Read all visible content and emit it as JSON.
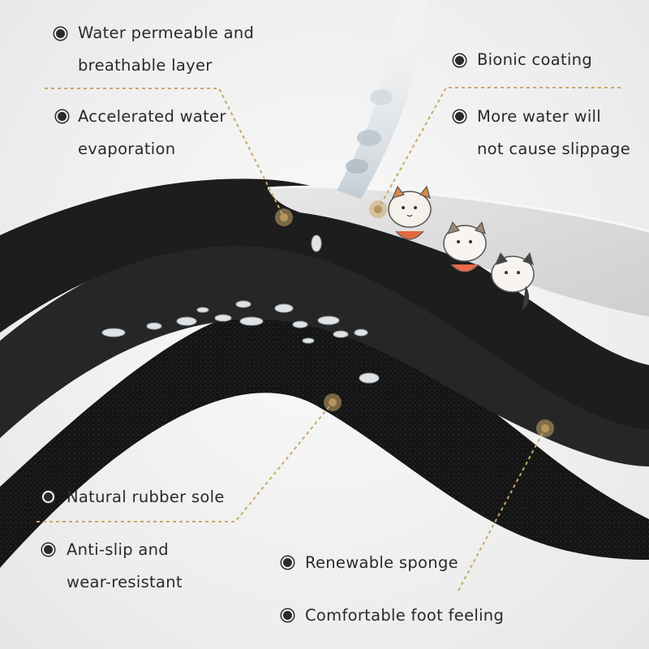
{
  "features": {
    "water_layer": {
      "line1": "Water permeable and",
      "line2": "breathable layer"
    },
    "bionic": {
      "text": "Bionic coating"
    },
    "evaporation": {
      "line1": "Accelerated water",
      "line2": "evaporation"
    },
    "no_slip": {
      "line1": "More water will",
      "line2": "not cause slippage"
    },
    "rubber": {
      "text": "Natural rubber sole"
    },
    "anti_slip": {
      "line1": "Anti-slip and",
      "line2": "wear-resistant"
    },
    "sponge": {
      "text": "Renewable sponge"
    },
    "comfort": {
      "text": "Comfortable foot feeling"
    }
  },
  "colors": {
    "accent_gold": "#c9a86a",
    "text": "#2a2a2a",
    "top_layer": "#d9d9d9",
    "sponge": "#141414",
    "background": "#f1f1f1"
  },
  "icons": [
    "bullet-dot-icon",
    "cat-illustration",
    "water-droplets"
  ]
}
